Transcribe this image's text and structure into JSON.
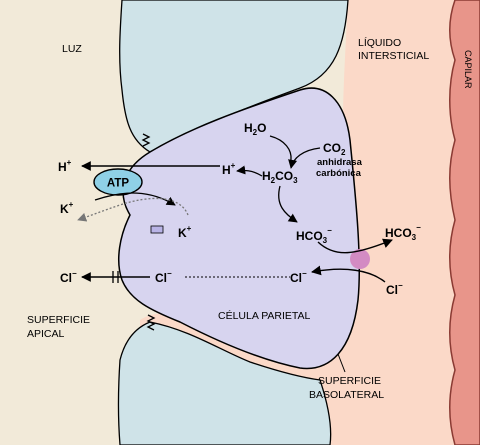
{
  "labels": {
    "lumen": "LUZ",
    "interstitial_line1": "LÍQUIDO",
    "interstitial_line2": "INTERSTICIAL",
    "capillary": "CAPILAR",
    "atp": "ATP",
    "cell": "CÉLULA PARIETAL",
    "apical_line1": "SUPERFICIE",
    "apical_line2": "APICAL",
    "basolateral_line1": "SUPERFICIE",
    "basolateral_line2": "BASOLATERAL",
    "enzyme_line1": "anhidrasa",
    "enzyme_line2": "carbónica"
  },
  "ions": {
    "h_lumen": {
      "base": "H",
      "sup": "+"
    },
    "h_cell": {
      "base": "H",
      "sup": "+"
    },
    "k_lumen": {
      "base": "K",
      "sup": "+"
    },
    "k_cell": {
      "base": "K",
      "sup": "+"
    },
    "cl_lumen": {
      "base": "Cl",
      "sup": "−"
    },
    "cl_cell_apical": {
      "base": "Cl",
      "sup": "−"
    },
    "cl_cell_basal": {
      "base": "Cl",
      "sup": "−"
    },
    "cl_interstitial": {
      "base": "Cl",
      "sup": "−"
    },
    "hco3_cell": {
      "base": "HCO",
      "sub": "3",
      "sup": "−"
    },
    "hco3_interstitial": {
      "base": "HCO",
      "sub": "3",
      "sup": "−"
    },
    "h2o": {
      "pre": "H",
      "sub": "2",
      "post": "O"
    },
    "co2": {
      "pre": "CO",
      "sub": "2"
    },
    "h2co3": {
      "pre": "H",
      "sub1": "2",
      "mid": "CO",
      "sub2": "3"
    }
  },
  "colors": {
    "lumen": "#f2ead9",
    "interstitial": "#fbd9c8",
    "capillary": "#e8958a",
    "neighbor_cell": "#cfe3e8",
    "parietal_cell": "#d7d4ef",
    "atp_pump": "#8fd0e6",
    "exchanger": "#d38bc3",
    "k_channel": "#b9b4e6"
  }
}
